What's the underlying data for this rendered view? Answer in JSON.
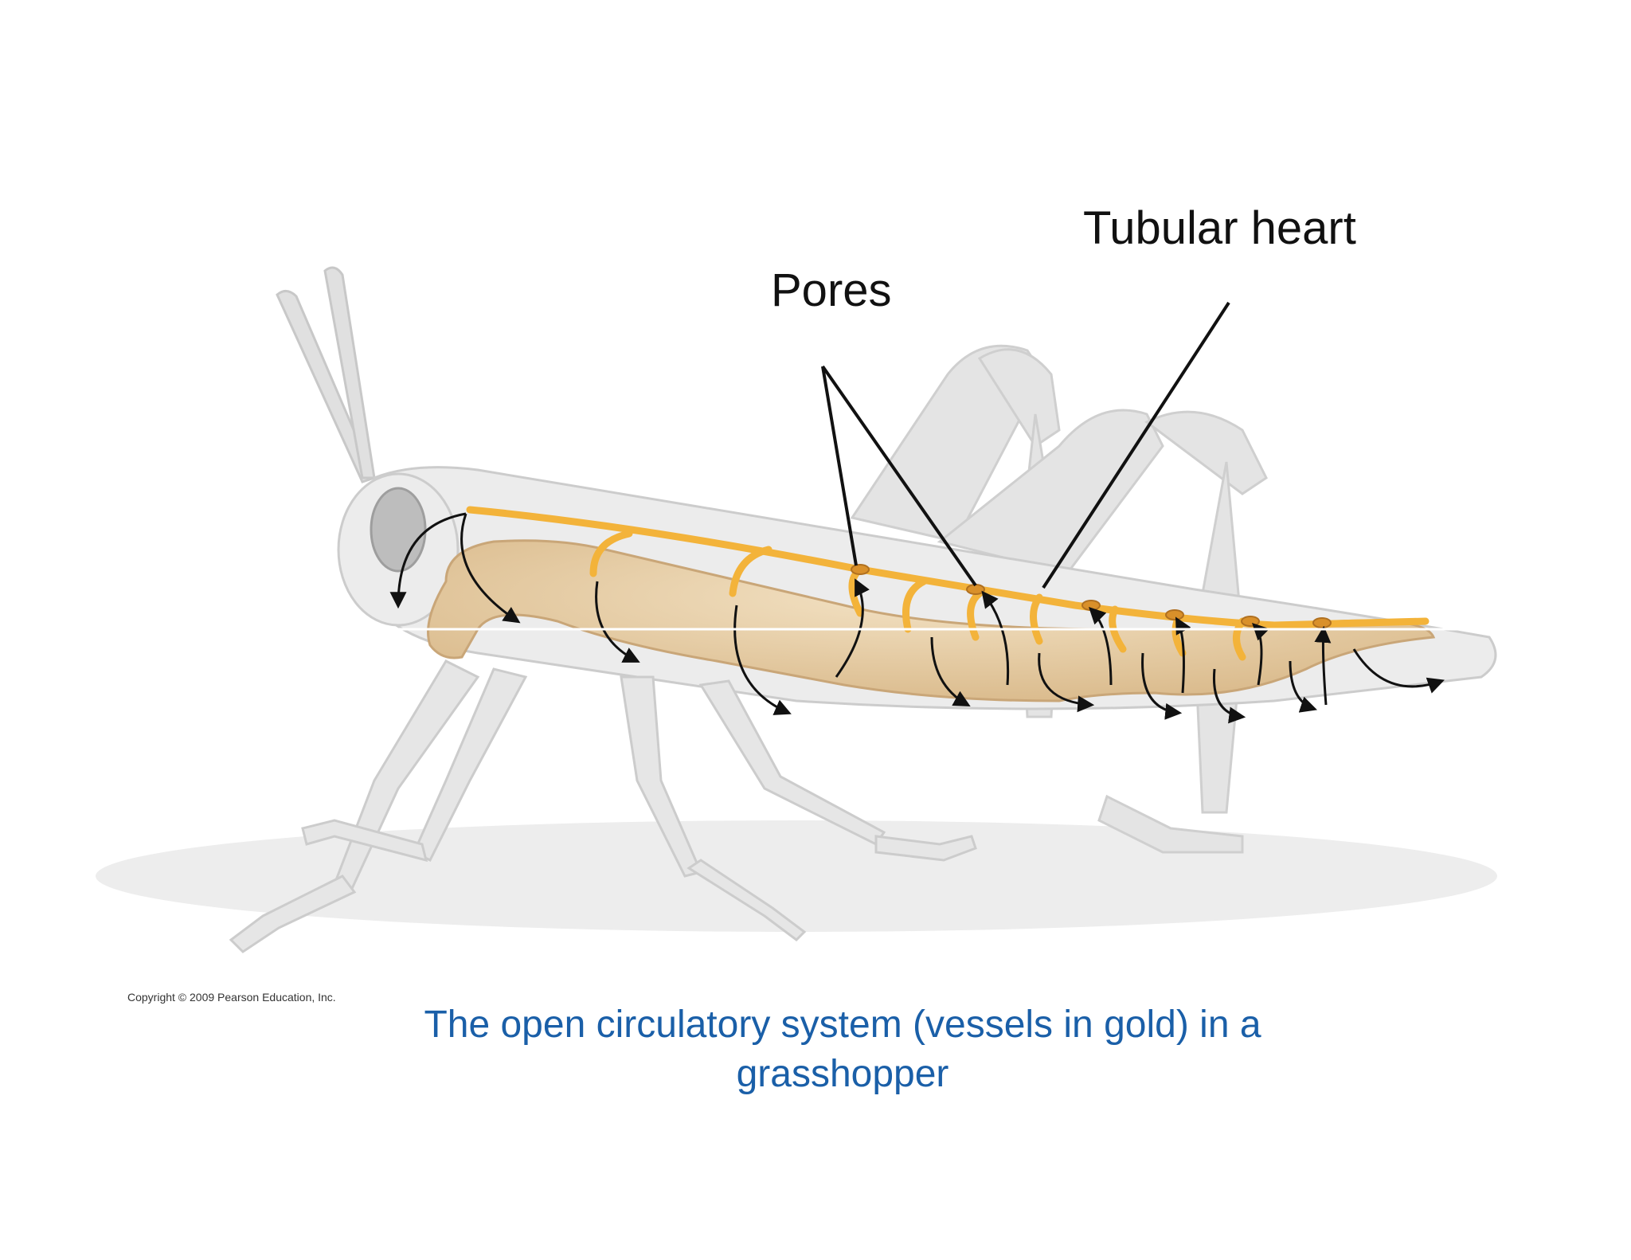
{
  "labels": {
    "pores": "Pores",
    "tubular_heart": "Tubular heart"
  },
  "copyright": "Copyright © 2009 Pearson Education, Inc.",
  "caption": "The open circulatory system (vessels in gold) in a grasshopper",
  "colors": {
    "vessel_gold": "#f3b33a",
    "gut_tan": "#e8cfa6",
    "body_gray": "#e6e6e6",
    "caption_blue": "#1a5fa8",
    "arrow_black": "#111111"
  }
}
